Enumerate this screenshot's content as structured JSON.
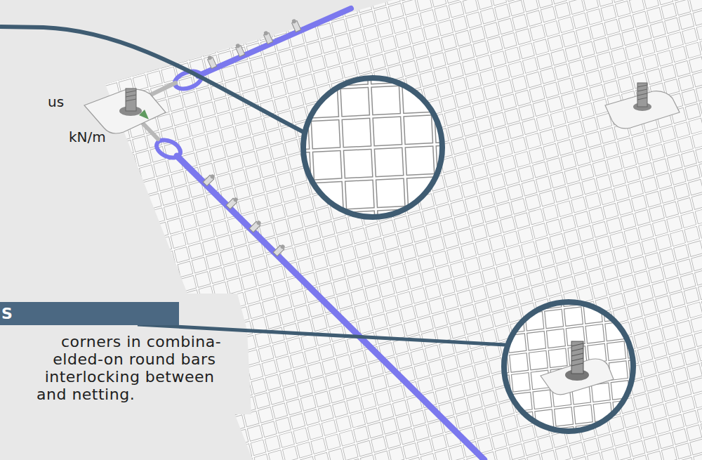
{
  "diagram": {
    "nodes": [
      {
        "text": [
          "S"
        ]
      }
    ],
    "labels": [
      "us",
      "kN/m",
      "corners in combina- elded-on round bars interlocking between and netting."
    ]
  }
}
